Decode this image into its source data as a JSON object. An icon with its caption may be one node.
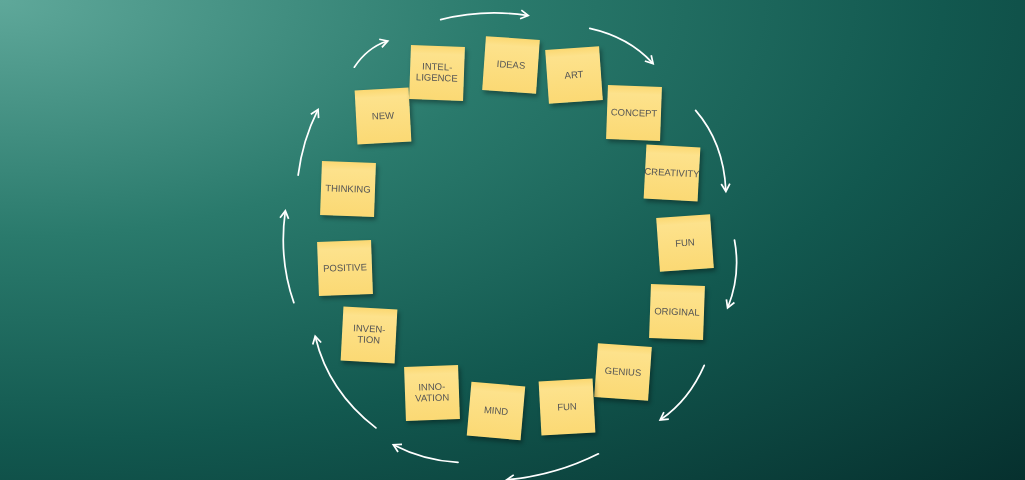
{
  "diagram": {
    "nodes": [
      {
        "text": [
          "NEW"
        ]
      },
      {
        "text": [
          "INTEL- LIGENCE"
        ]
      },
      {
        "text": [
          "IDEAS"
        ]
      },
      {
        "text": [
          "ART"
        ]
      },
      {
        "text": [
          "CONCEPT"
        ]
      },
      {
        "text": [
          "CREATIVITY"
        ]
      },
      {
        "text": [
          "FUN"
        ]
      },
      {
        "text": [
          "ORIGINAL"
        ]
      },
      {
        "text": [
          "GENIUS"
        ]
      },
      {
        "text": [
          "FUN"
        ]
      },
      {
        "text": [
          "MIND"
        ]
      },
      {
        "text": [
          "INNO- VATION"
        ]
      },
      {
        "text": [
          "INVEN- TION"
        ]
      },
      {
        "text": [
          "POSITIVE"
        ]
      },
      {
        "text": [
          "THINKING"
        ]
      }
    ]
  }
}
